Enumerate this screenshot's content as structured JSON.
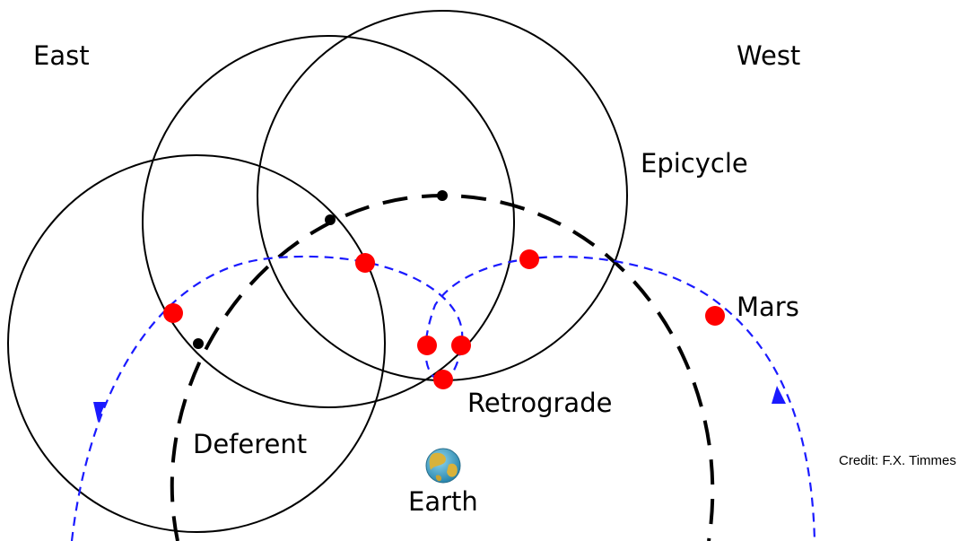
{
  "labels": {
    "east": "East",
    "west": "West",
    "epicycle": "Epicycle",
    "mars": "Mars",
    "retrograde": "Retrograde",
    "deferent": "Deferent",
    "earth": "Earth",
    "credit": "Credit: F.X. Timmes"
  },
  "colors": {
    "circle": "#000000",
    "deferent": "#000000",
    "path": "#1a1aff",
    "planet": "#ff0000",
    "mars_label": "#ff0000",
    "earth_label": "#00e600",
    "earth_ocean": "#3aa6c9",
    "earth_land": "#d9b23a"
  },
  "icons": {
    "earth": "earth-globe-icon",
    "direction": "arrowhead-icon"
  }
}
